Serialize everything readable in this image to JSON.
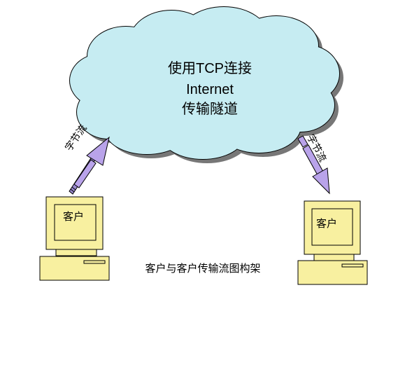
{
  "cloud": {
    "line1": "使用TCP连接",
    "line2": "Internet",
    "line3": "传输隧道",
    "fill": "#c6ecf2"
  },
  "clients": [
    {
      "label": "客户"
    },
    {
      "label": "客户"
    }
  ],
  "streams": [
    {
      "label": "字节流"
    },
    {
      "label": "字节流"
    }
  ],
  "caption": "客户与客户传输流图构架",
  "colors": {
    "computer": "#f8f0a0",
    "arrow": "#b9a3ea"
  }
}
